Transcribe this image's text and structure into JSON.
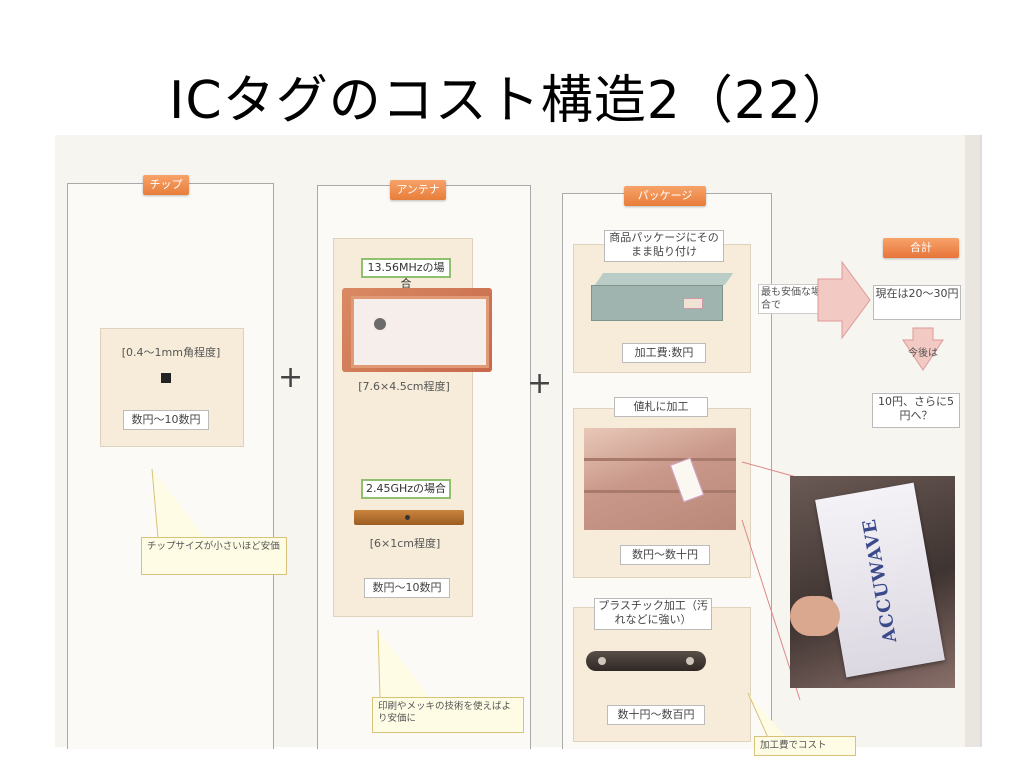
{
  "slide": {
    "title": "ICタグのコスト構造2（22）"
  },
  "chip": {
    "header": "チップ",
    "size_label": "[0.4〜1mm角程度]",
    "price": "数円〜10数円",
    "note": "チップサイズが小さいほど安価"
  },
  "antenna": {
    "header": "アンテナ",
    "case1_label": "13.56MHzの場合",
    "case1_size": "[7.6×4.5cm程度]",
    "case2_label": "2.45GHzの場合",
    "case2_size": "[6×1cm程度]",
    "price": "数円〜10数円",
    "note": "印刷やメッキの技術を使えばより安価に"
  },
  "package": {
    "header": "パッケージ",
    "item1_label": "商品パッケージにそのまま貼り付け",
    "item1_price": "加工費:数円",
    "item2_label": "値札に加工",
    "item2_price": "数円〜数十円",
    "item3_label": "プラスチック加工（汚れなどに強い）",
    "item3_price": "数十円〜数百円",
    "note": "加工費でコスト"
  },
  "total": {
    "header": "合計",
    "arrow_note": "最も安価な場合で",
    "now": "現在は20〜30円",
    "future_label": "今後は",
    "future": "10円、さらに5円へ？",
    "photo_brand": "ACCUWAVE"
  },
  "symbols": {
    "plus1": "+",
    "plus2": "+"
  },
  "colors": {
    "header_orange": "#e87d3a",
    "arrow_pink": "#f3c9c3",
    "panel_beige": "#f6ecd9",
    "green_border": "#8fbf6f"
  }
}
